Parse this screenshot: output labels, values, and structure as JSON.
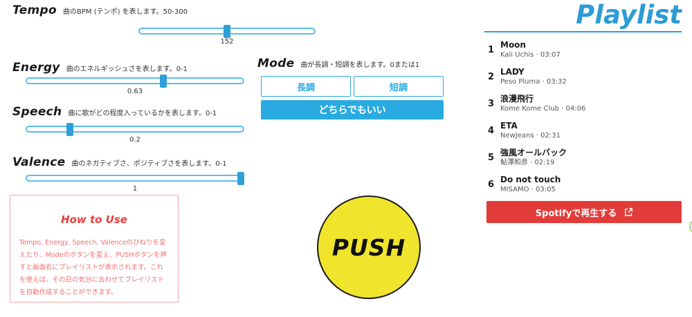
{
  "colors": {
    "accent_blue": "#29abe2",
    "slider_blue": "#2f9fd8",
    "playlist_blue": "#2d9bd6",
    "button_red": "#e23c3a",
    "howto_red": "#e8403c",
    "push_yellow": "#f0e42c",
    "peek_green": "#a6d48a"
  },
  "sliders": [
    {
      "label": "Tempo",
      "desc": "曲のBPM (テンポ) を表します。50-300",
      "value": "152",
      "percent": "50%"
    },
    {
      "label": "Energy",
      "desc": "曲のエネルギッシュさを表します。0-1",
      "value": "0.63",
      "percent": "63%"
    },
    {
      "label": "Speech",
      "desc": "曲に歌がどの程度入っているかを表します。0-1",
      "value": "0.2",
      "percent": "20%"
    },
    {
      "label": "Valence",
      "desc": "曲のネガティブさ、ポジティブさを表します。0-1",
      "value": "1",
      "percent": "99%"
    }
  ],
  "mode": {
    "label": "Mode",
    "desc": "曲が長調・短調を表します。0または1",
    "major": "長調",
    "minor": "短調",
    "either": "どちらでもいい"
  },
  "how_to_use": {
    "title": "How to Use",
    "body": "Tempo, Energy, Speech, Valenceのひねりを変えたり、Modeのボタンを変え、PUSHボタンを押すと画面右にプレイリストが表示されます。これを使えば、その日の気分に合わせてプレイリストを自動作成することができます。"
  },
  "push_button": {
    "label": "PUSH"
  },
  "playlist": {
    "title": "Playlist",
    "items": [
      {
        "no": "1",
        "title": "Moon",
        "meta": "Kali Uchis · 03:07"
      },
      {
        "no": "2",
        "title": "LADY",
        "meta": "Peso Pluma · 03:32"
      },
      {
        "no": "3",
        "title": "浪漫飛行",
        "meta": "Kome Kome Club · 04:06"
      },
      {
        "no": "4",
        "title": "ETA",
        "meta": "NewJeans · 02:31"
      },
      {
        "no": "5",
        "title": "強風オールバック",
        "meta": "鮎澤和彦 · 02:19"
      },
      {
        "no": "6",
        "title": "Do not touch",
        "meta": "MISAMO · 03:05"
      }
    ],
    "play_button": {
      "label": "Spotifyで再生する",
      "icon": "external-link"
    }
  }
}
